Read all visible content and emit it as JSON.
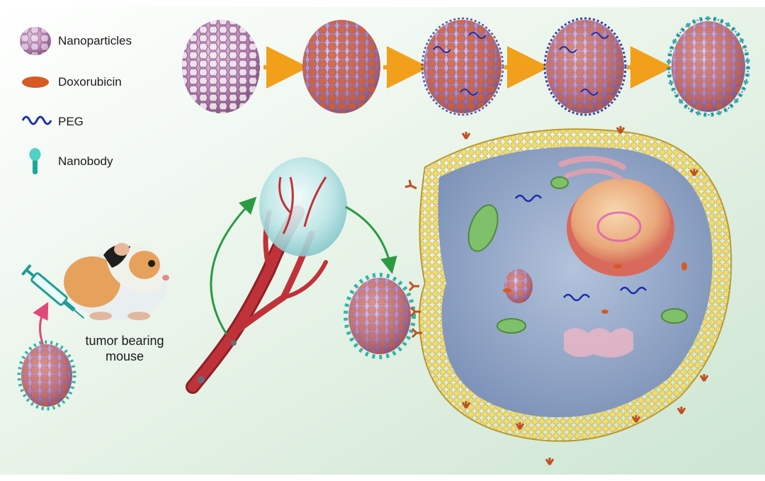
{
  "legend": {
    "items": [
      {
        "label": "Nanoparticles",
        "icon": "nanoparticle-icon"
      },
      {
        "label": "Doxorubicin",
        "icon": "doxorubicin-icon"
      },
      {
        "label": "PEG",
        "icon": "peg-icon"
      },
      {
        "label": "Nanobody",
        "icon": "nanobody-icon"
      }
    ]
  },
  "mouse": {
    "caption_line1": "tumor bearing",
    "caption_line2": "mouse"
  },
  "colors": {
    "background_left": "#ffffff",
    "background_right": "#cfe6d4",
    "nanoparticle": "#b98ab6",
    "doxorubicin": "#d65a22",
    "peg": "#1a2fa8",
    "nanobody": "#2fb5a8",
    "arrow_orange": "#f2a01b",
    "arrow_green": "#2a9a43",
    "arrow_pink": "#e0487a",
    "vessel": "#c0323a",
    "membrane": "#f1dc72",
    "cytoplasm": "#8ea3c4",
    "nucleus": "#e07a6a",
    "receptor": "#c0501f"
  }
}
